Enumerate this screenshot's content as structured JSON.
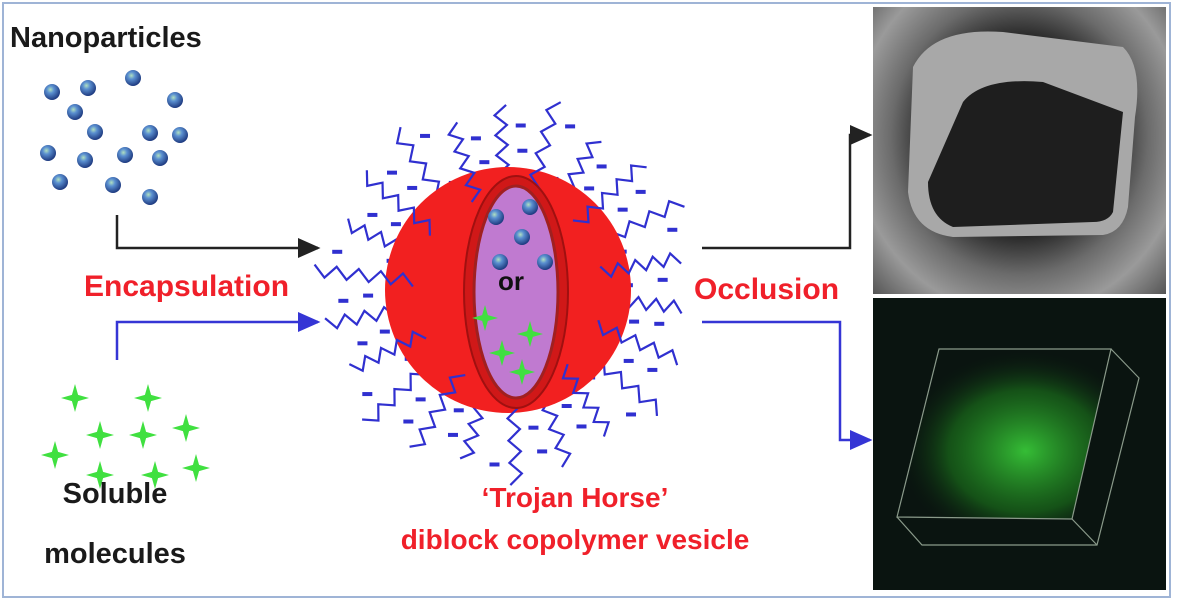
{
  "labels": {
    "nanoparticles": "Nanoparticles",
    "soluble_line1": "Soluble",
    "soluble_line2": "molecules",
    "encapsulation": "Encapsulation",
    "occlusion": "Occlusion",
    "or": "or",
    "vesicle_line1": "‘Trojan Horse’",
    "vesicle_line2": "diblock copolymer vesicle"
  },
  "colors": {
    "red_text": "#f0202a",
    "vesicle_red": "#f22020",
    "lumen": "#c07ad0",
    "chain_blue": "#3030d0",
    "star_green": "#40e040",
    "nanoparticle_blue": "#4070c0"
  },
  "images": {
    "top": "sem-micrograph-occluded-crystal",
    "bottom": "confocal-3d-fluorescence-crystal"
  }
}
